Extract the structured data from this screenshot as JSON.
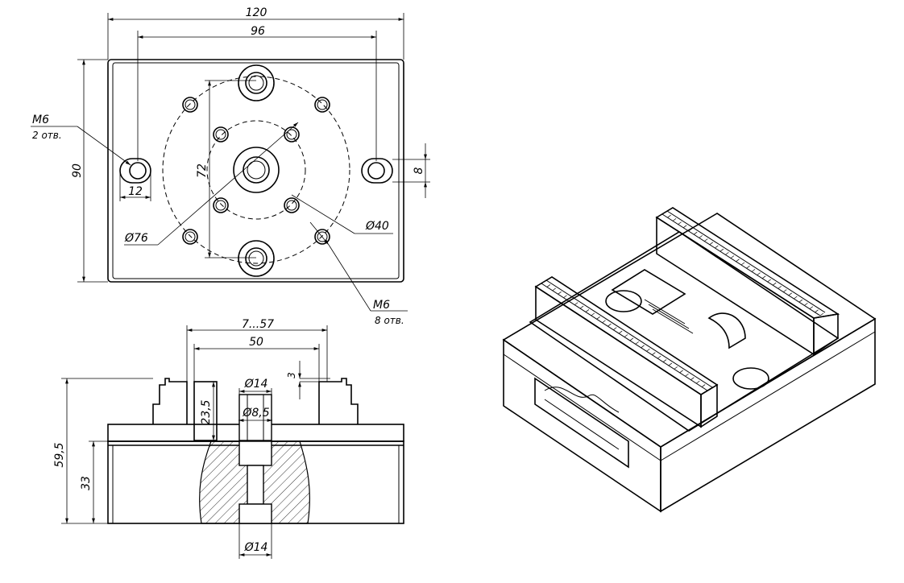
{
  "top_view": {
    "dim_overall_width": "120",
    "dim_slot_spacing": "96",
    "dim_overall_height": "90",
    "dim_hole_spacing": "72",
    "dim_slot_width": "12",
    "dim_slot_height": "8",
    "label_slot_thread": "M6",
    "label_slot_count": "2 отв.",
    "label_outer_circle": "Ø76",
    "label_inner_circle": "Ø40",
    "label_hole_thread": "M6",
    "label_hole_count": "8 отв."
  },
  "front_view": {
    "dim_jaw_range": "7...57",
    "dim_jaw_width": "50",
    "dim_step": "3",
    "dim_top_bore": "Ø14",
    "dim_mid_bore": "Ø8,5",
    "dim_bottom_bore": "Ø14",
    "dim_jaw_height": "23,5",
    "dim_total_height": "59,5",
    "dim_base_height": "33"
  }
}
